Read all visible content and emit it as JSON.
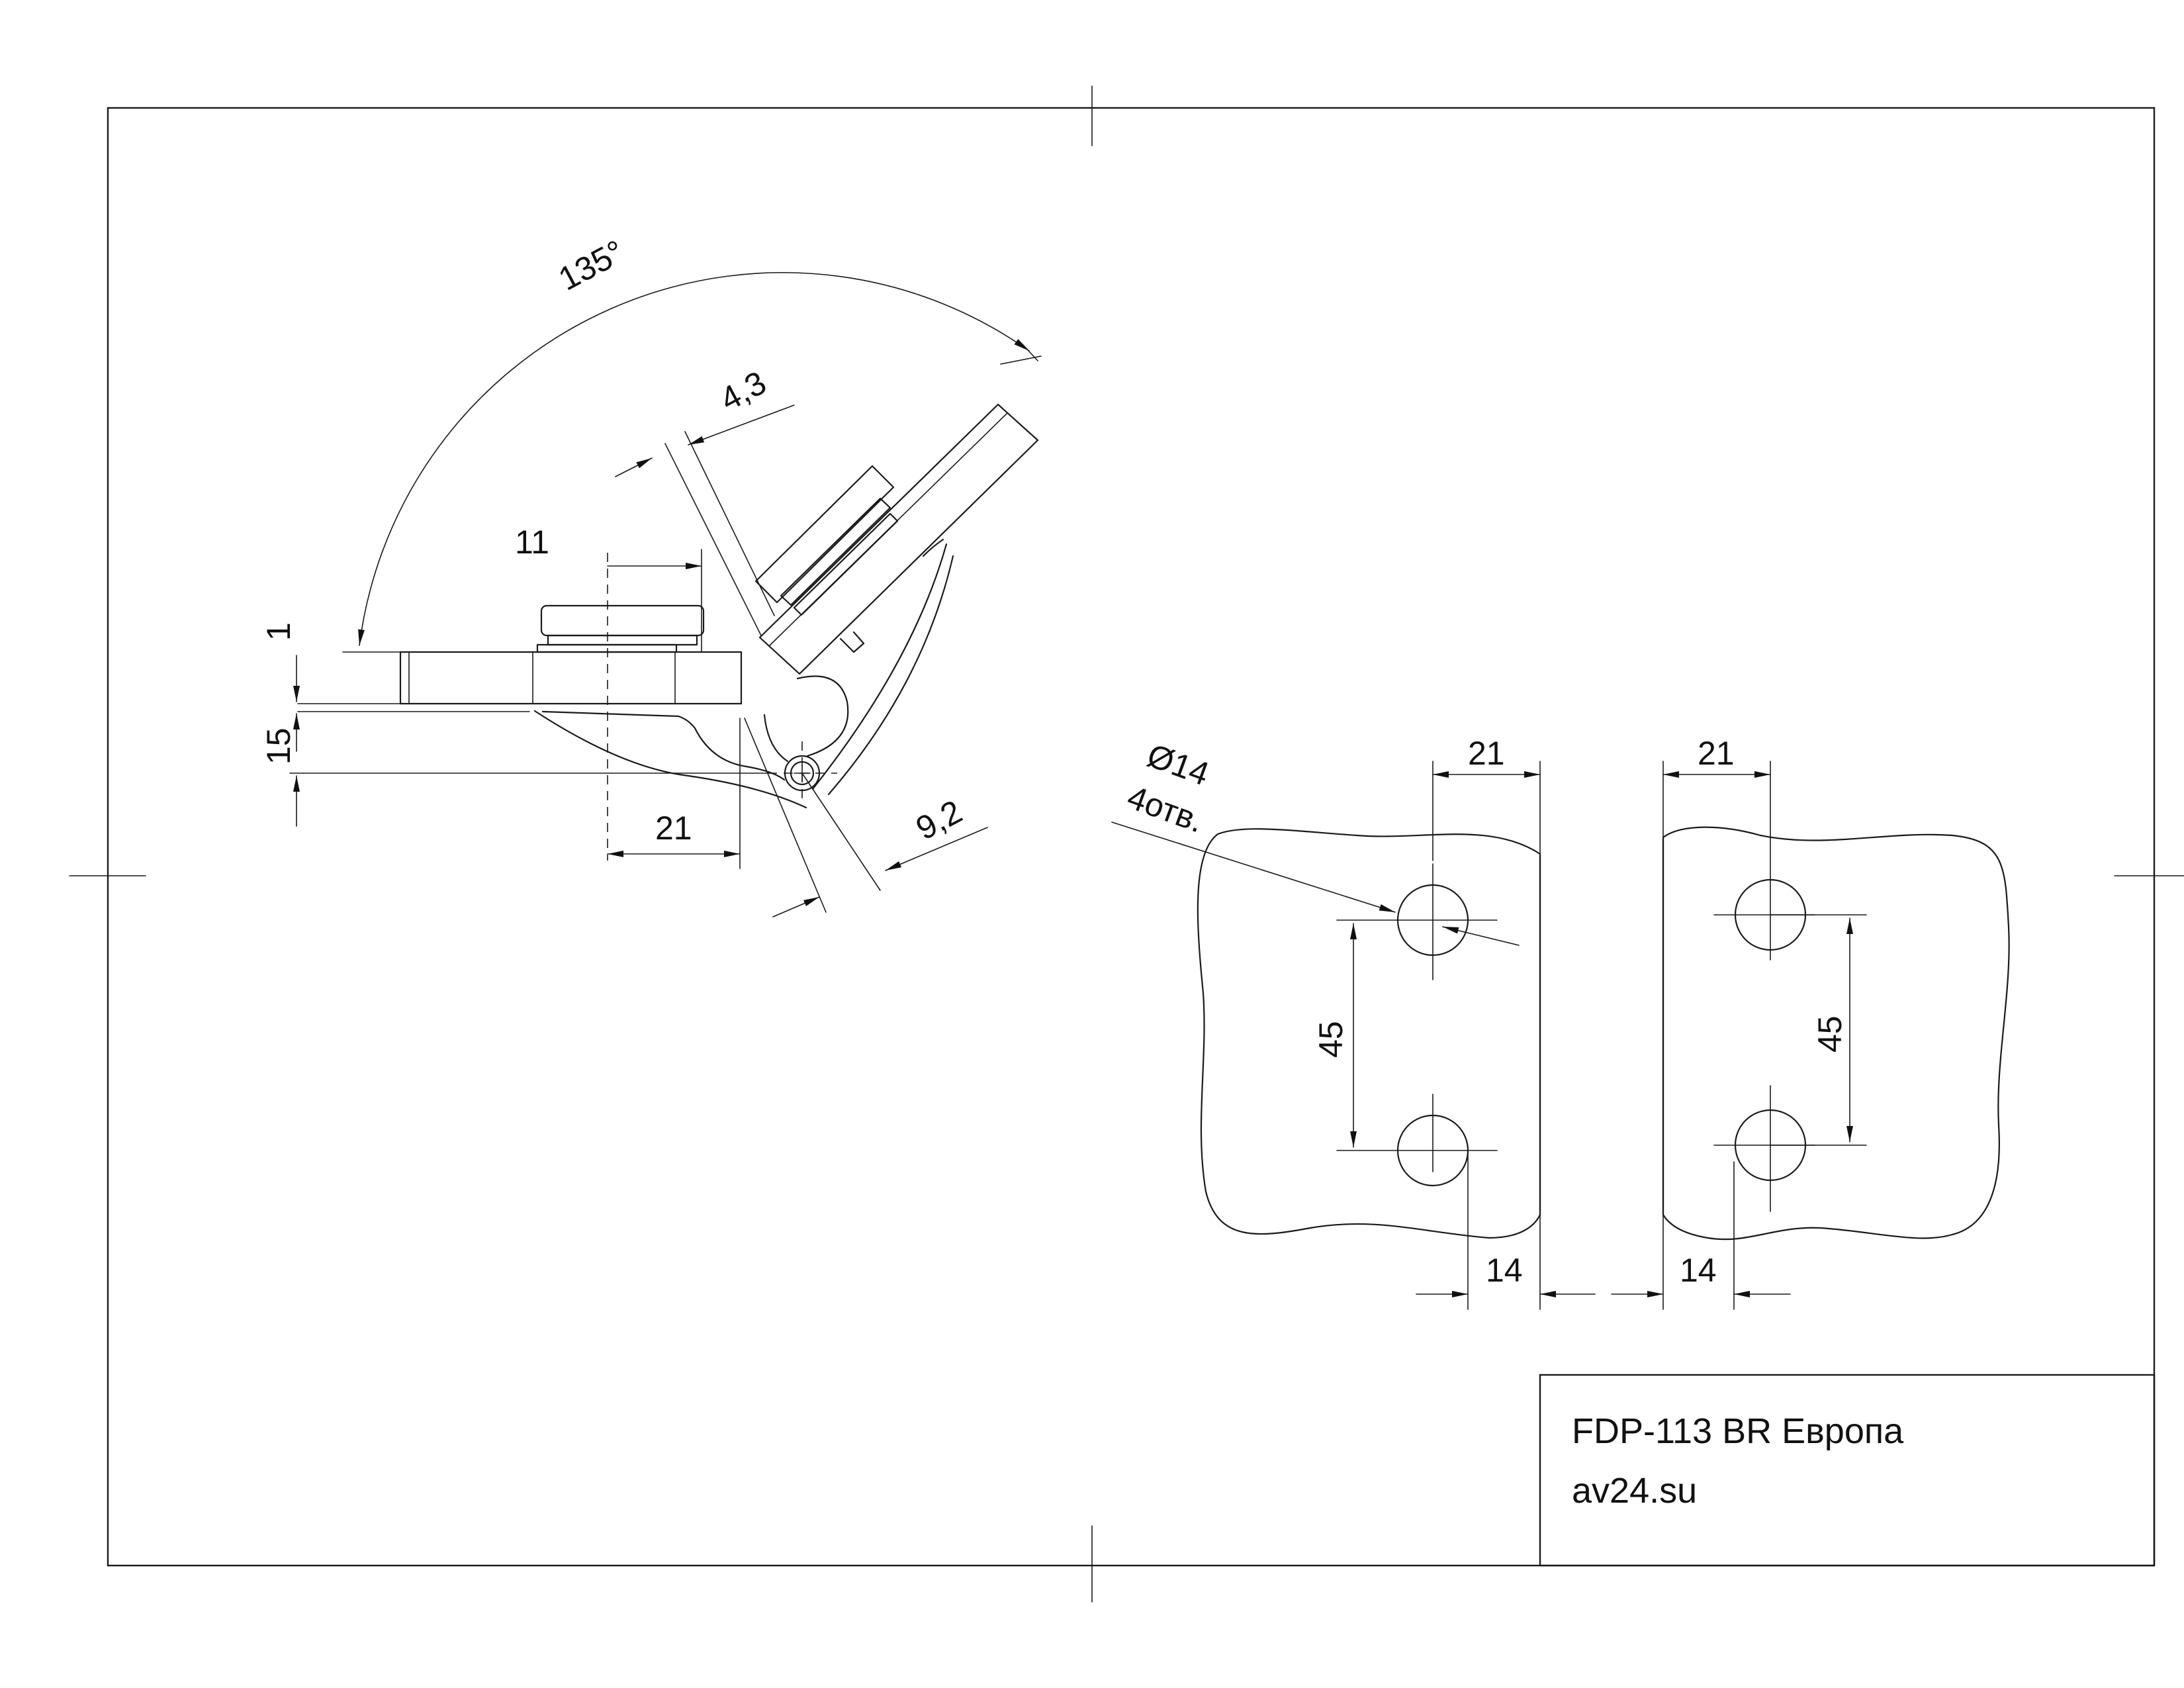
{
  "title_block": {
    "product": "FDP-113 BR Европа",
    "site": "av24.su"
  },
  "hinge_view": {
    "dim_angle": "135°",
    "dim_gap": "4,3",
    "dim_axis_offset": "11",
    "dim_top_offset": "1",
    "dim_height": "15",
    "dim_depth": "21",
    "dim_plate_width": "9,2"
  },
  "left_plate": {
    "hole_diameter": "Ø14",
    "hole_count": "4отв.",
    "dim_top": "21",
    "dim_vertical": "45",
    "dim_bottom": "14"
  },
  "right_plate": {
    "dim_top": "21",
    "dim_vertical": "45",
    "dim_bottom": "14"
  }
}
